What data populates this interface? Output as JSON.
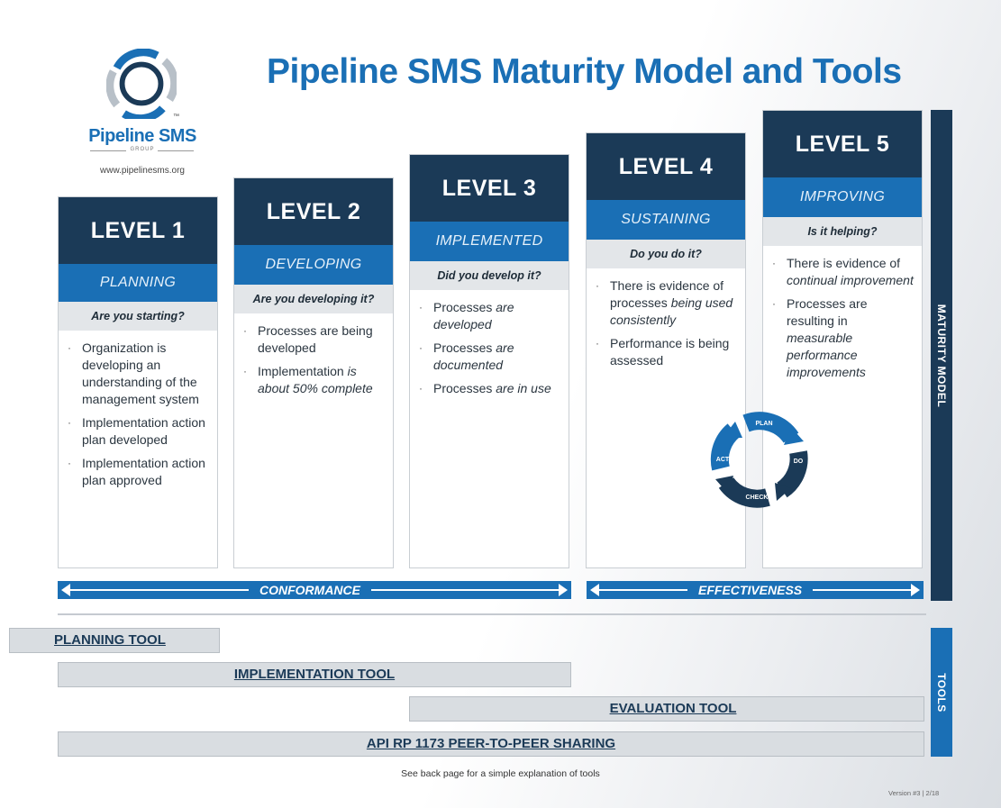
{
  "brand": {
    "name": "Pipeline SMS",
    "sub": "GROUP",
    "url": "www.pipelinesms.org",
    "tm": "™"
  },
  "title": "Pipeline SMS Maturity Model and Tools",
  "levels": [
    {
      "label": "LEVEL 1",
      "stage": "PLANNING",
      "question": "Are you starting?",
      "bullets": [
        [
          {
            "t": "Organization is developing an understanding of the management system",
            "i": false
          }
        ],
        [
          {
            "t": "Implementation action plan developed",
            "i": false
          }
        ],
        [
          {
            "t": "Implementation action plan approved",
            "i": false
          }
        ]
      ]
    },
    {
      "label": "LEVEL 2",
      "stage": "DEVELOPING",
      "question": "Are you developing it?",
      "bullets": [
        [
          {
            "t": "Processes are being developed",
            "i": false
          }
        ],
        [
          {
            "t": "Implementation ",
            "i": false
          },
          {
            "t": "is about 50% complete",
            "i": true
          }
        ]
      ]
    },
    {
      "label": "LEVEL 3",
      "stage": "IMPLEMENTED",
      "question": "Did you develop it?",
      "bullets": [
        [
          {
            "t": "Processes ",
            "i": false
          },
          {
            "t": "are developed",
            "i": true
          }
        ],
        [
          {
            "t": "Processes ",
            "i": false
          },
          {
            "t": "are documented",
            "i": true
          }
        ],
        [
          {
            "t": "Processes ",
            "i": false
          },
          {
            "t": "are in use",
            "i": true
          }
        ]
      ]
    },
    {
      "label": "LEVEL 4",
      "stage": "SUSTAINING",
      "question": "Do you do it?",
      "bullets": [
        [
          {
            "t": "There is evidence of processes ",
            "i": false
          },
          {
            "t": "being used consistently",
            "i": true
          }
        ],
        [
          {
            "t": "Performance is being assessed",
            "i": false
          }
        ]
      ]
    },
    {
      "label": "LEVEL 5",
      "stage": "IMPROVING",
      "question": "Is it helping?",
      "bullets": [
        [
          {
            "t": "There is evidence of ",
            "i": false
          },
          {
            "t": "continual improvement",
            "i": true
          }
        ],
        [
          {
            "t": "Processes are resulting in ",
            "i": false
          },
          {
            "t": "measurable performance improvements",
            "i": true
          }
        ]
      ]
    }
  ],
  "pdca": {
    "plan": "PLAN",
    "do": "DO",
    "check": "CHECK",
    "act": "ACT"
  },
  "arrows": {
    "conformance": "CONFORMANCE",
    "effectiveness": "EFFECTIVENESS"
  },
  "side_labels": {
    "maturity": "MATURITY MODEL",
    "tools": "TOOLS"
  },
  "tools": {
    "planning": "PLANNING TOOL",
    "implementation": "IMPLEMENTATION TOOL",
    "evaluation": "EVALUATION TOOL",
    "sharing": "API RP 1173 PEER-TO-PEER SHARING"
  },
  "footer_note": "See back page for a simple explanation of tools",
  "version": "Version #3 | 2/18",
  "colors": {
    "navy": "#1b3a57",
    "blue": "#1a6fb5",
    "grey": "#e3e6e9",
    "tool_grey": "#d9dde1"
  }
}
